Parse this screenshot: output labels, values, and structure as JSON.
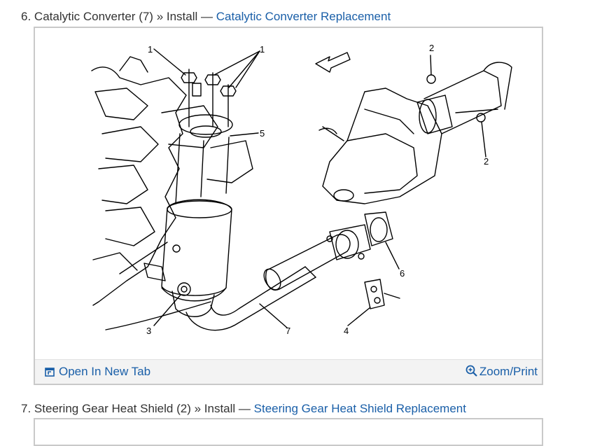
{
  "steps": [
    {
      "number": "6.",
      "text": "Catalytic Converter (7) » Install —",
      "link": "Catalytic Converter Replacement",
      "callouts": [
        "1",
        "1",
        "2",
        "2",
        "5",
        "6",
        "3",
        "7",
        "4"
      ],
      "toolbar": {
        "open_tab_label": "Open In New Tab",
        "zoom_print_label": "Zoom/Print"
      }
    },
    {
      "number": "7.",
      "text": "Steering Gear Heat Shield (2) » Install —",
      "link": "Steering Gear Heat Shield Replacement"
    }
  ],
  "icons": {
    "open_tab": "open-in-new-tab-icon",
    "zoom": "magnifier-plus-icon"
  },
  "colors": {
    "link": "#1a5fa8",
    "toolbar_bg": "#f3f3f3",
    "border": "#c9c9c9"
  }
}
